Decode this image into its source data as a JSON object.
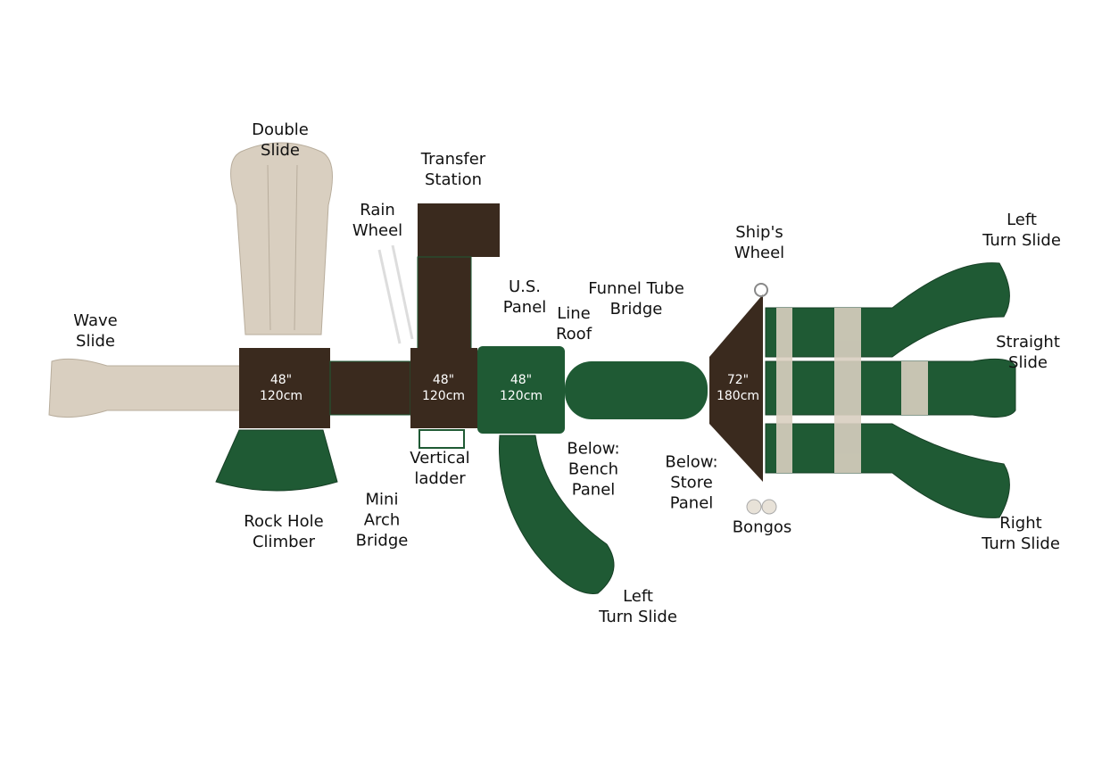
{
  "colors": {
    "green": "#1f5a34",
    "tan": "#d9cfc0",
    "deck": "#3a2a1e",
    "post": "#7a4a3a"
  },
  "labels": {
    "double_slide": [
      "Double",
      "Slide"
    ],
    "transfer_station": [
      "Transfer",
      "Station"
    ],
    "rain_wheel": [
      "Rain",
      "Wheel"
    ],
    "wave_slide": [
      "Wave",
      "Slide"
    ],
    "us_panel": [
      "U.S.",
      "Panel"
    ],
    "line_roof": [
      "Line",
      "Roof"
    ],
    "funnel_tube_bridge": [
      "Funnel Tube",
      "Bridge"
    ],
    "ships_wheel": [
      "Ship's",
      "Wheel"
    ],
    "left_turn_slide_right": [
      "Left",
      "Turn Slide"
    ],
    "straight_slide": [
      "Straight",
      "Slide"
    ],
    "right_turn_slide": [
      "Right",
      "Turn Slide"
    ],
    "vertical_ladder": [
      "Vertical",
      "ladder"
    ],
    "below_bench_panel": [
      "Below:",
      "Bench",
      "Panel"
    ],
    "below_store_panel": [
      "Below:",
      "Store",
      "Panel"
    ],
    "bongos": [
      "Bongos"
    ],
    "rock_hole_climber": [
      "Rock Hole",
      "Climber"
    ],
    "mini_arch_bridge": [
      "Mini",
      "Arch",
      "Bridge"
    ],
    "left_turn_slide_bottom": [
      "Left",
      "Turn Slide"
    ]
  },
  "decks": [
    {
      "imperial": "48\"",
      "metric": "120cm"
    },
    {
      "imperial": "48\"",
      "metric": "120cm"
    },
    {
      "imperial": "48\"",
      "metric": "120cm"
    },
    {
      "imperial": "72\"",
      "metric": "180cm"
    }
  ]
}
